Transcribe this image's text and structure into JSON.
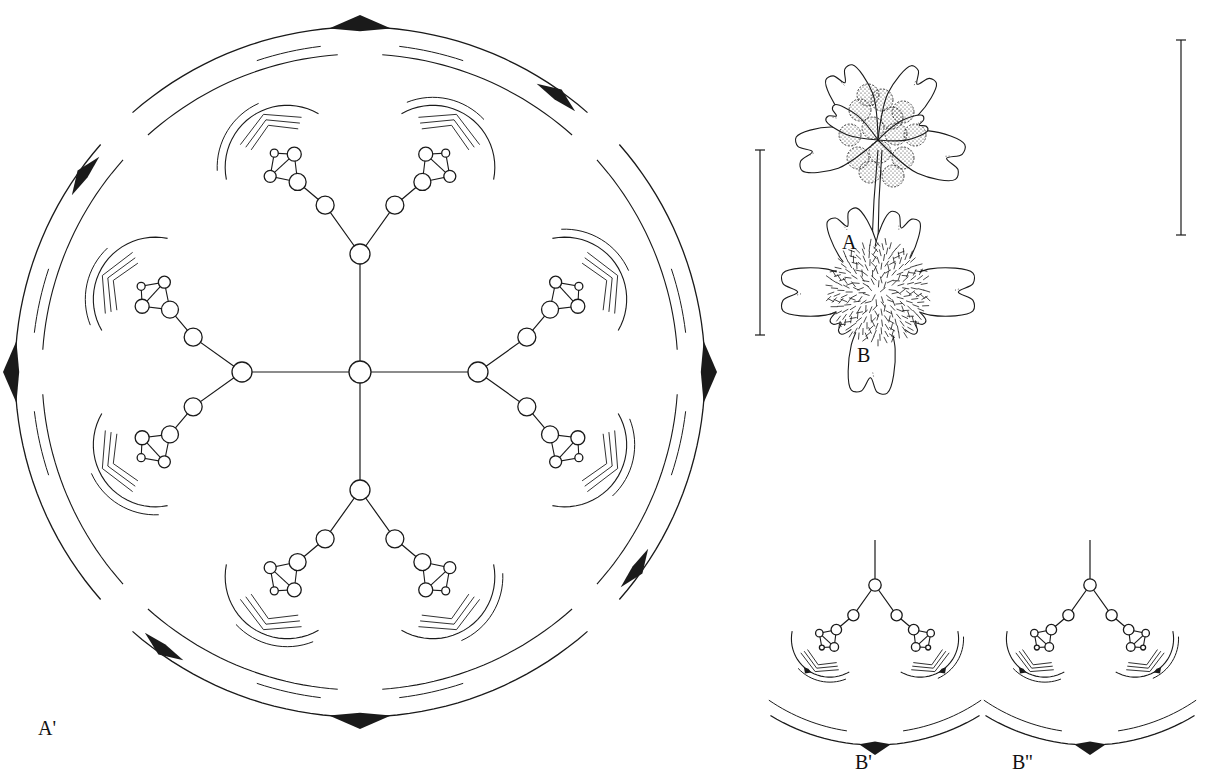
{
  "diagram": {
    "labels": [
      "A",
      "B",
      "A'",
      "B'",
      "B''"
    ]
  }
}
